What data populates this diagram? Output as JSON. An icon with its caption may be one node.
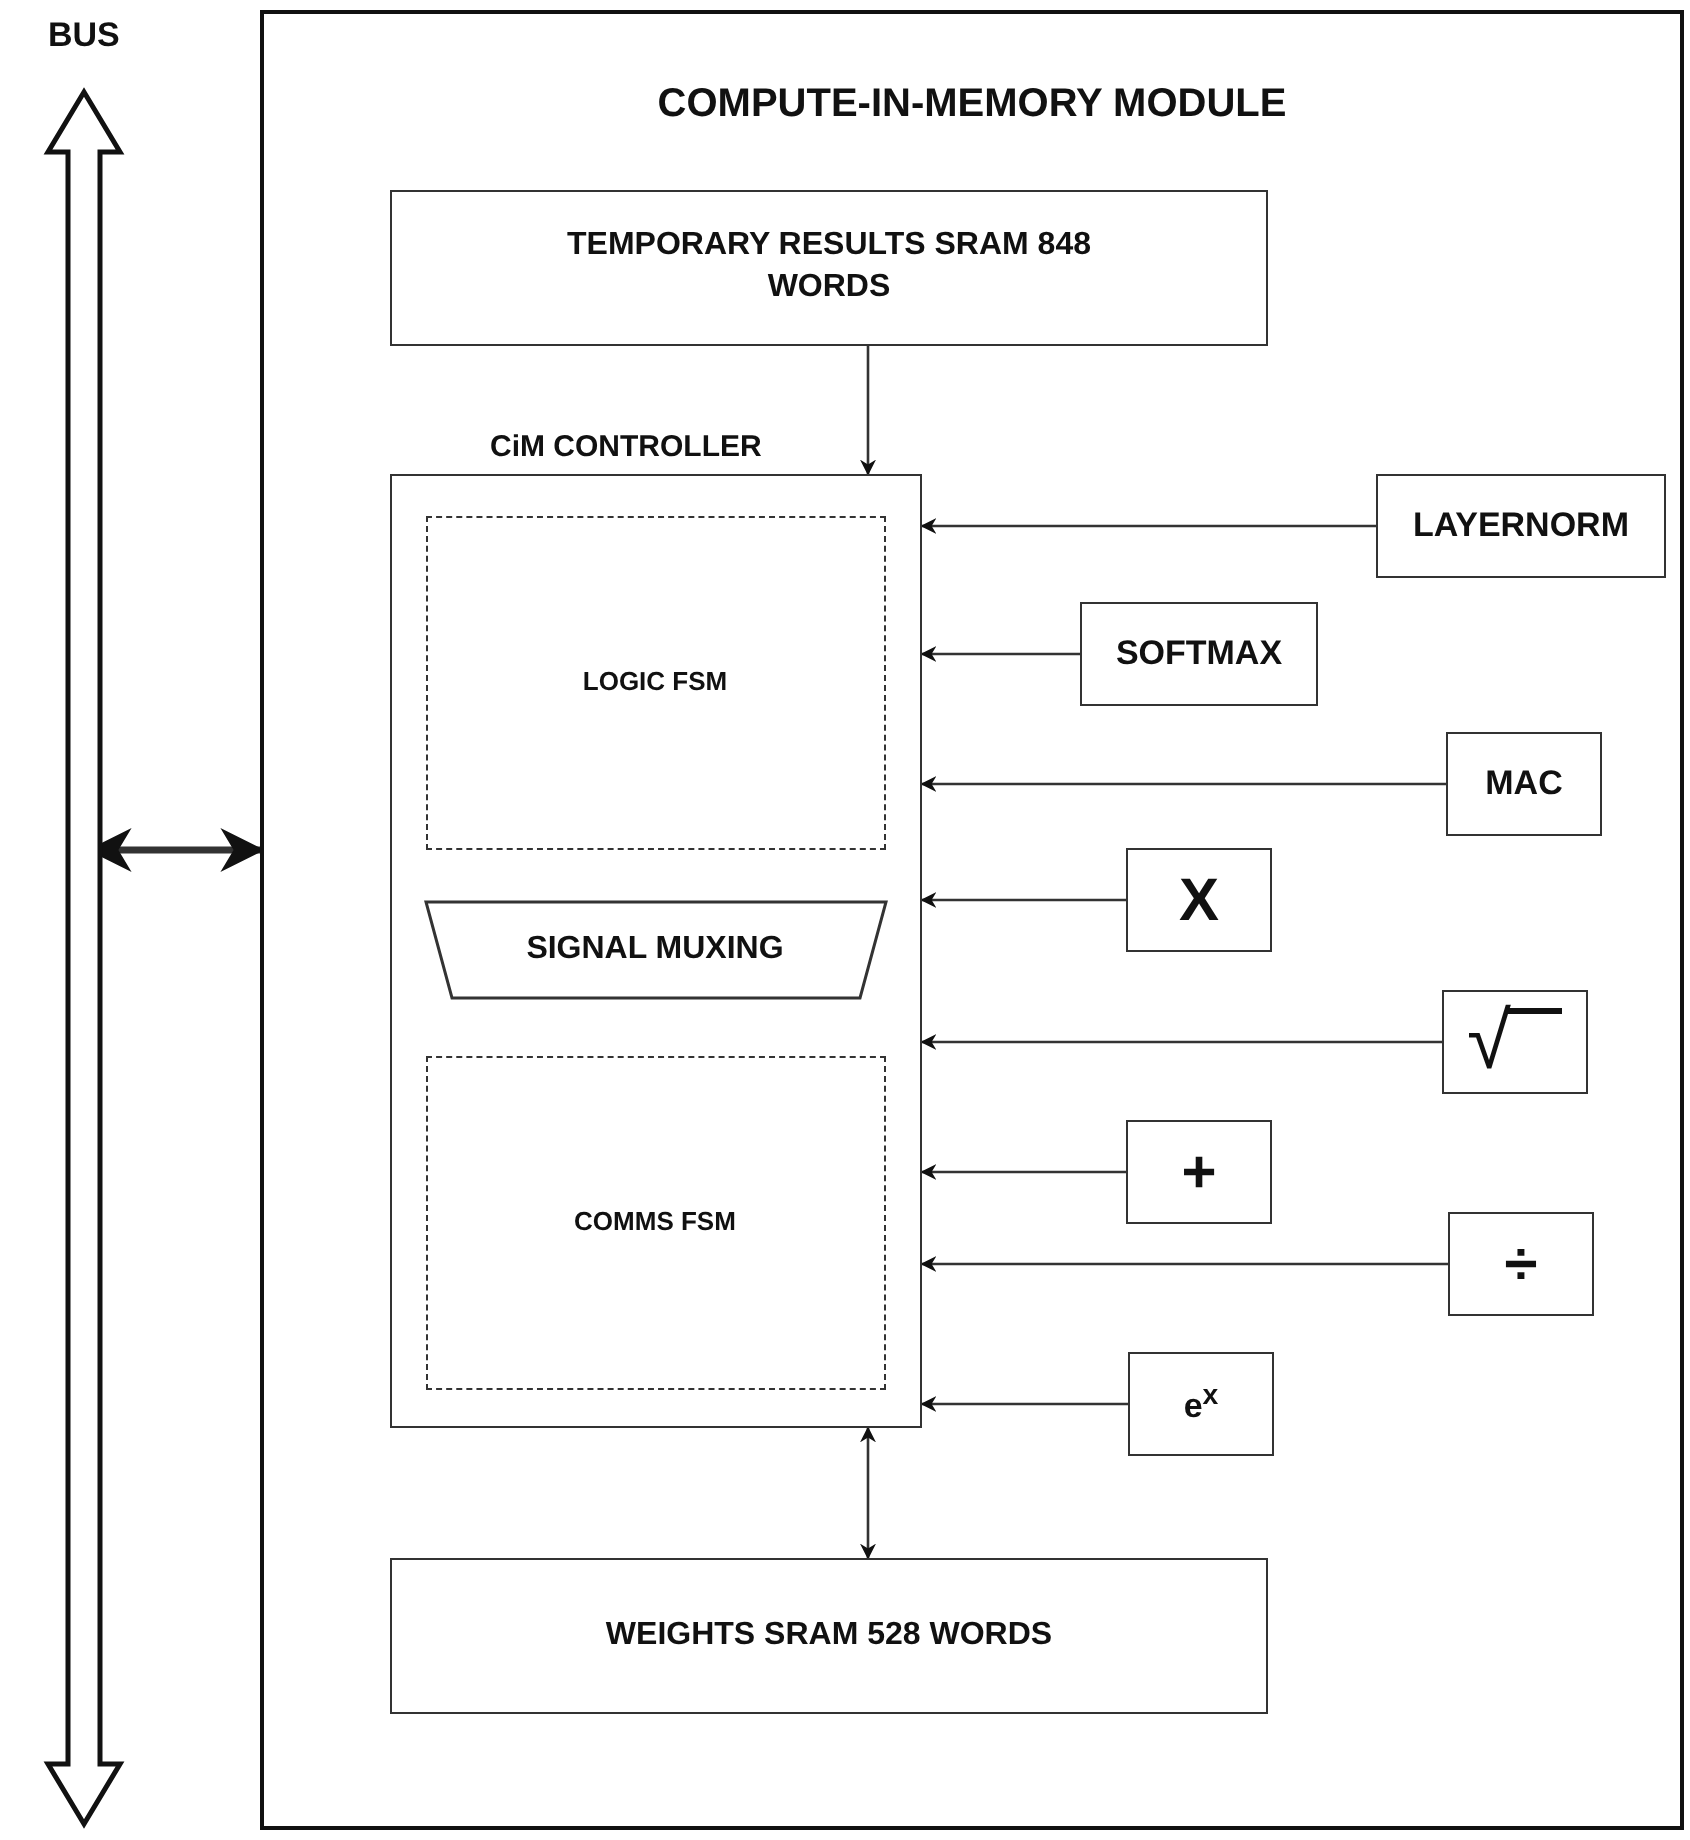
{
  "diagram": {
    "nodes": [
      {
        "text": [
          "BUS"
        ]
      },
      {
        "text": [
          "COMPUTE-IN-MEMORY MODULE"
        ]
      },
      {
        "text": [
          "TEMPORARY RESULTS SRAM 848 WORDS"
        ],
        "in": 1
      },
      {
        "text": [
          "CiM CONTROLLER"
        ],
        "in": 1
      },
      {
        "text": [
          "LOGIC FSM"
        ],
        "in": 3
      },
      {
        "text": [
          "SIGNAL MUXING"
        ],
        "in": 3
      },
      {
        "text": [
          "COMMS FSM"
        ],
        "in": 3
      },
      {
        "text": [
          "LAYERNORM"
        ],
        "in": 1
      },
      {
        "text": [
          "SOFTMAX"
        ],
        "in": 1
      },
      {
        "text": [
          "MAC"
        ],
        "in": 1
      },
      {
        "text": [
          "X"
        ],
        "in": 1
      },
      {
        "text": [
          "√"
        ],
        "in": 1
      },
      {
        "text": [
          "+"
        ],
        "in": 1
      },
      {
        "text": [
          "÷"
        ],
        "in": 1
      },
      {
        "text": [
          "e$^{x}$"
        ],
        "in": 1
      },
      {
        "text": [
          "WEIGHTS SRAM 528 WORDS"
        ],
        "in": 1
      }
    ],
    "edges": [
      {
        "from": 0,
        "to": 1,
        "arrow": "both",
        "style": "thick"
      },
      {
        "from": 2,
        "to": 3,
        "arrow": "to"
      },
      {
        "from": 15,
        "to": 3,
        "arrow": "both"
      },
      {
        "from": 7,
        "to": 3,
        "arrow": "to"
      },
      {
        "from": 8,
        "to": 3,
        "arrow": "to"
      },
      {
        "from": 9,
        "to": 3,
        "arrow": "to"
      },
      {
        "from": 10,
        "to": 3,
        "arrow": "to"
      },
      {
        "from": 11,
        "to": 3,
        "arrow": "to"
      },
      {
        "from": 12,
        "to": 3,
        "arrow": "to"
      },
      {
        "from": 13,
        "to": 3,
        "arrow": "to"
      },
      {
        "from": 14,
        "to": 3,
        "arrow": "to"
      }
    ]
  }
}
